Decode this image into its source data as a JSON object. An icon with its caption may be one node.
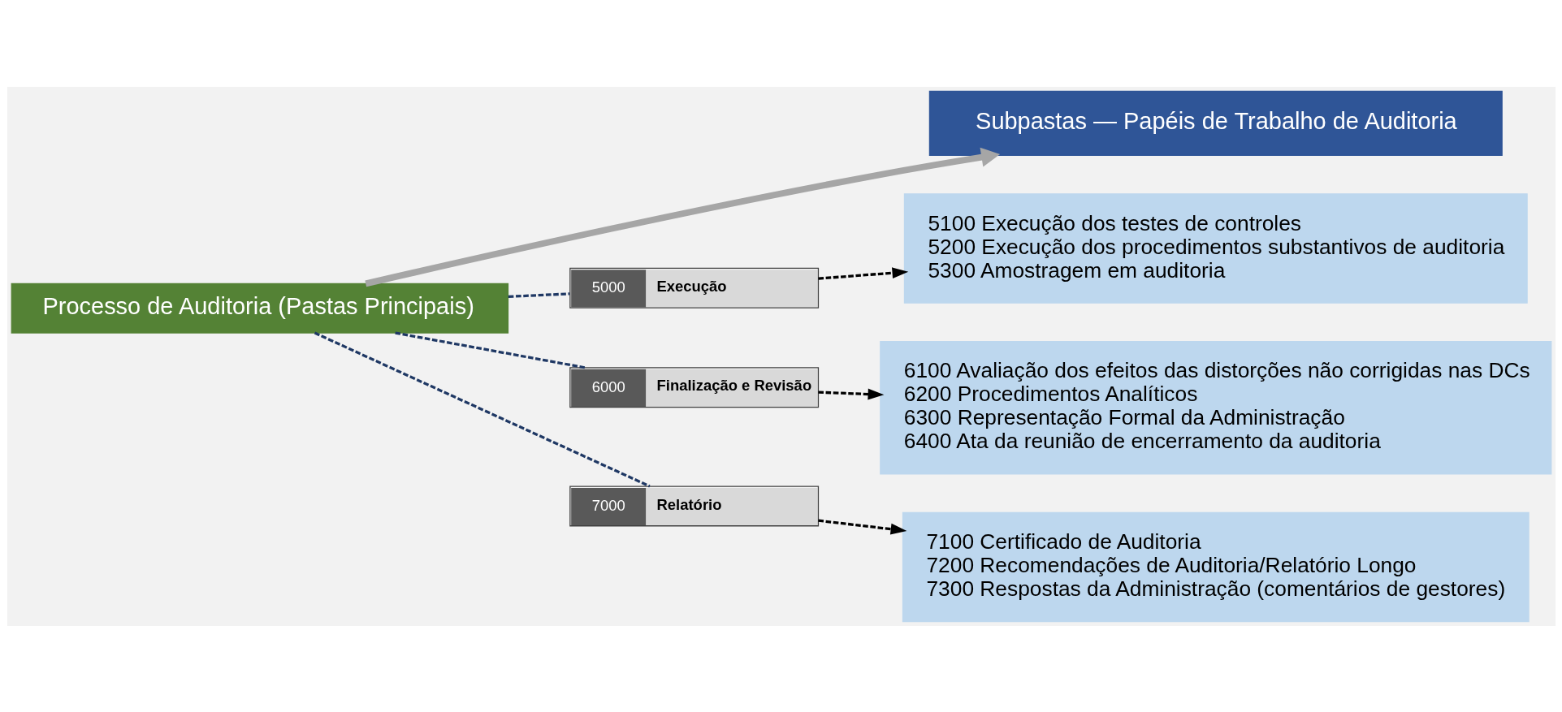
{
  "diagram": {
    "nodes": [
      {
        "text": [
          "Processo de Auditoria (Pastas Principais)"
        ]
      },
      {
        "text": [
          "Subpastas — Papéis de Trabalho de Auditoria"
        ]
      },
      {
        "text": [
          "5000",
          "Execução"
        ]
      },
      {
        "text": [
          "5100 Execução dos testes de controles",
          "5200 Execução dos procedimentos substantivos de auditoria",
          "5300 Amostragem em auditoria"
        ]
      },
      {
        "text": [
          "6000",
          "Finalização e Revisão"
        ]
      },
      {
        "text": [
          "6100 Avaliação dos efeitos das distorções não corrigidas nas DCs",
          "6200 Procedimentos Analíticos",
          "6300 Representação Formal da Administração",
          "6400 Ata da reunião de encerramento da auditoria"
        ]
      },
      {
        "text": [
          "7000",
          "Relatório"
        ]
      },
      {
        "text": [
          "7100 Certificado de Auditoria",
          "7200 Recomendações de Auditoria/Relatório Longo",
          "7300 Respostas da Administração (comentários de gestores)"
        ]
      }
    ],
    "edges": [
      {
        "from": 0,
        "to": 1,
        "arrow": "to",
        "style": "thick",
        "color": "#a6a6a6"
      },
      {
        "from": 0,
        "to": 2,
        "arrow": "none",
        "style": "dashed",
        "color": "#1f3864"
      },
      {
        "from": 0,
        "to": 4,
        "arrow": "none",
        "style": "dashed",
        "color": "#1f3864"
      },
      {
        "from": 0,
        "to": 6,
        "arrow": "none",
        "style": "dashed",
        "color": "#1f3864"
      },
      {
        "from": 2,
        "to": 3,
        "arrow": "to",
        "style": "dashed",
        "color": "#000000"
      },
      {
        "from": 4,
        "to": 5,
        "arrow": "to",
        "style": "dashed",
        "color": "#000000"
      },
      {
        "from": 6,
        "to": 7,
        "arrow": "to",
        "style": "dashed",
        "color": "#000000"
      }
    ]
  }
}
